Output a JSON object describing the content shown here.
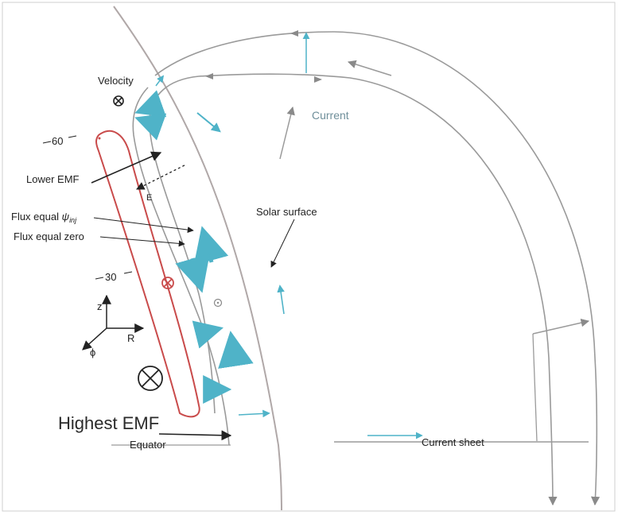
{
  "labels": {
    "velocity": "Velocity",
    "current": "Current",
    "solar_surface": "Solar surface",
    "lower_emf": "Lower EMF",
    "e": "E",
    "flux_inj_prefix": "Flux equal ",
    "flux_inj_symbol": "ψ",
    "flux_inj_sub": "inj",
    "flux_zero": "Flux equal zero",
    "highest_emf": "Highest EMF",
    "equator": "Equator",
    "current_sheet": "Current sheet",
    "lat_60": "60",
    "lat_30": "30",
    "axis_z": "z",
    "axis_r": "R",
    "axis_phi": "ϕ"
  },
  "colors": {
    "background": "#ffffff",
    "field_line": "#9a9a9a",
    "surface": "#b0a8a8",
    "tube": "#c94b4b",
    "flow_arrow": "#4fb3c8",
    "annotation": "#222222"
  },
  "icons": {
    "velocity_symbol": "circled-x-icon",
    "large_velocity_symbol": "circled-x-icon",
    "tube_current_symbol": "circled-x-icon",
    "out_of_plane_symbol": "circled-dot-icon"
  }
}
